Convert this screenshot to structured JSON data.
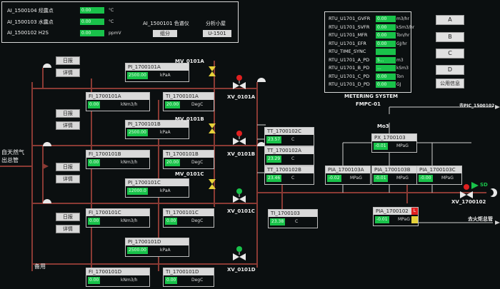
{
  "top_panel": {
    "dew_water_label": "AI_1500104 烃露点",
    "dew_water_value": "0.00",
    "dew_water_unit": "°C",
    "dew_hc_label": "AI_1500103 水露点",
    "dew_hc_value": "0.00",
    "dew_hc_unit": "°C",
    "h2s_label": "AI_1500102 H2S",
    "h2s_value": "0.00",
    "h2s_unit": "ppmV",
    "gc_label": "AI_1500101 色谱仪",
    "gc_value": "组分",
    "analyzer_label": "分析小屋",
    "analyzer_value": "U-1501"
  },
  "metering": {
    "rows": [
      {
        "tag": "RTU_U1701_GVFR",
        "value": "0.00",
        "unit": "m3/hr"
      },
      {
        "tag": "RTU_U1701_SVFR",
        "value": "0.00",
        "unit": "kSm3/hr"
      },
      {
        "tag": "RTU_U1701_MFR",
        "value": "0.00",
        "unit": "Ton/hr"
      },
      {
        "tag": "RTU_U1701_EFR",
        "value": "0.00",
        "unit": "GJ/hr"
      },
      {
        "tag": "RTU_TIME_SYNC",
        "value": "",
        "unit": ""
      },
      {
        "tag": "RTU_U1701_A_PD",
        "value": "5...",
        "unit": "m3"
      },
      {
        "tag": "RTU_U1701_B_PD",
        "value": "...",
        "unit": "kSm3"
      },
      {
        "tag": "RTU_U1701_C_PD",
        "value": "0.00",
        "unit": "Ton"
      },
      {
        "tag": "RTU_U1701_D_PD",
        "value": "0.00",
        "unit": "GJ"
      }
    ],
    "title": "METERING SYSTEM",
    "subtitle": "FMPC-01"
  },
  "side_buttons": {
    "a": "A",
    "b": "B",
    "c": "C",
    "d": "D",
    "info": "公用信息"
  },
  "left_buttons": {
    "daily1": "日报",
    "detail1": "详情",
    "daily2": "日报",
    "detail2": "详情",
    "daily3": "日报",
    "detail3": "详情",
    "daily4": "日报",
    "detail4": "详情"
  },
  "inlet_label": "自天然气\n出总管",
  "spare_label": "备用",
  "instruments": {
    "pi_a": {
      "tag": "PI_1700101A",
      "value": "2500.00",
      "unit": "kPaA"
    },
    "fi_a": {
      "tag": "FI_1700101A",
      "value": "0.00",
      "unit": "kNm3/h"
    },
    "ti_a": {
      "tag": "TI_1700101A",
      "value": "20.00",
      "unit": "DegC"
    },
    "pi_b": {
      "tag": "PI_1700101B",
      "value": "2500.00",
      "unit": "kPaA"
    },
    "fi_b": {
      "tag": "FI_1700101B",
      "value": "0.00",
      "unit": "kNm3/h"
    },
    "ti_b": {
      "tag": "TI_1700101B",
      "value": "20.00",
      "unit": "DegC"
    },
    "pi_c": {
      "tag": "PI_1700101C",
      "value": "12000.0",
      "unit": "kPaA"
    },
    "fi_c": {
      "tag": "FI_1700101C",
      "value": "0.00",
      "unit": "kNm3/h"
    },
    "ti_c": {
      "tag": "TI_1700101C",
      "value": "0.00",
      "unit": "DegC"
    },
    "pi_d": {
      "tag": "PI_1700101D",
      "value": "2500.00",
      "unit": "kPaA"
    },
    "fi_d": {
      "tag": "FI_1700101D",
      "value": "0.00",
      "unit": "kNm3/h"
    },
    "ti_d": {
      "tag": "TI_1700101D",
      "value": "0.00",
      "unit": "DegC"
    },
    "tt_c": {
      "tag": "TT_1700102C",
      "value": "23.57",
      "unit": "C"
    },
    "tt_a": {
      "tag": "TT_1700102A",
      "value": "23.29",
      "unit": "C"
    },
    "tt_b": {
      "tag": "TT_1700102B",
      "value": "23.46",
      "unit": "C"
    },
    "ti_103": {
      "tag": "TI_1700103",
      "value": "23.38",
      "unit": "C"
    },
    "px_103": {
      "tag": "PX_1700103",
      "value": "-0.01",
      "unit": "MPaG"
    },
    "pia_a": {
      "tag": "PIA_1700103A",
      "value": "-0.02",
      "unit": "MPaG"
    },
    "pia_b": {
      "tag": "PIA_1700103B",
      "value": "-0.01",
      "unit": "MPaG"
    },
    "pia_c": {
      "tag": "PIA_1700103C",
      "value": "-0.00",
      "unit": "MPaG"
    },
    "pia_102": {
      "tag": "PIA_1700102",
      "value": "-0.01",
      "unit": "MPaG",
      "alarm": "L"
    }
  },
  "valves": {
    "mv_a": "MV_0101A",
    "xv_a": "XV_0101A",
    "mv_b": "MV_0101B",
    "xv_b": "XV_0101B",
    "mv_c": "MV_0101C",
    "xv_c": "XV_0101C",
    "xv_d": "XV_0101D",
    "xv_102": "XV_1700102",
    "sd": "SD"
  },
  "misc": {
    "mo3": "Mo3",
    "to_pic": "去PIC_1500102",
    "to_flare": "去火炬总管"
  },
  "colors": {
    "pipe": "#8a3a34",
    "ok": "#19c24a",
    "alarm_red": "#e02020",
    "valve_yellow": "#e6d23a"
  }
}
